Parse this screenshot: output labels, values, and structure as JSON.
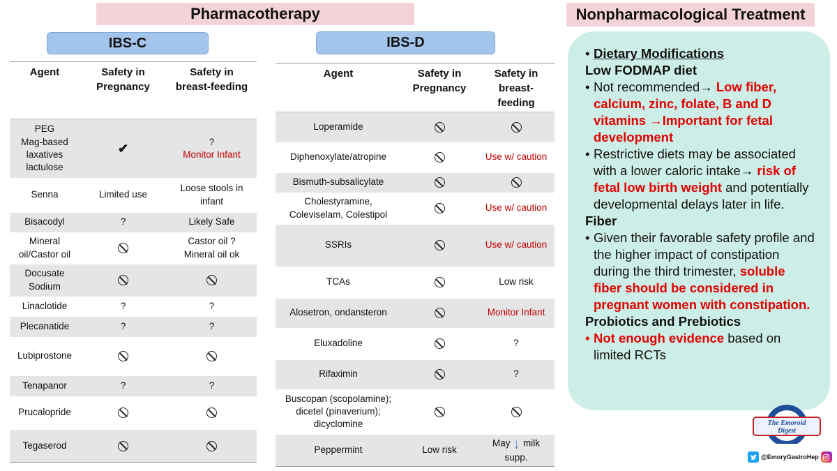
{
  "header": {
    "pharma_title": "Pharmacotherapy",
    "nonpharma_title": "Nonpharmacological Treatment",
    "ibs_c_label": "IBS-C",
    "ibs_d_label": "IBS-D"
  },
  "ibs_c": {
    "columns": [
      "Agent",
      "Safety in Pregnancy",
      "Safety in breast-feeding"
    ],
    "rows": [
      {
        "agent": "PEG Mag-based laxatives lactulose",
        "pregnancy": "check",
        "breastfeeding": "? Monitor Infant"
      },
      {
        "agent": "Senna",
        "pregnancy": "Limited use",
        "breastfeeding": "Loose stools in infant"
      },
      {
        "agent": "Bisacodyl",
        "pregnancy": "?",
        "breastfeeding": "Likely Safe"
      },
      {
        "agent": "Mineral oil/Castor oil",
        "pregnancy": "no",
        "breastfeeding": "Castor oil ? Mineral oil ok"
      },
      {
        "agent": "Docusate Sodium",
        "pregnancy": "no",
        "breastfeeding": "no"
      },
      {
        "agent": "Linaclotide",
        "pregnancy": "?",
        "breastfeeding": "?"
      },
      {
        "agent": "Plecanatide",
        "pregnancy": "?",
        "breastfeeding": "?"
      },
      {
        "agent": "Lubiprostone",
        "pregnancy": "no",
        "breastfeeding": "no"
      },
      {
        "agent": "Tenapanor",
        "pregnancy": "?",
        "breastfeeding": "?"
      },
      {
        "agent": "Prucalopride",
        "pregnancy": "no",
        "breastfeeding": "no"
      },
      {
        "agent": "Tegaserod",
        "pregnancy": "no",
        "breastfeeding": "no"
      }
    ],
    "peg_line1": "PEG",
    "peg_line2": "Mag-based",
    "peg_line3": "laxatives",
    "peg_line4": "lactulose",
    "peg_bf_q": "?",
    "peg_bf_note": "Monitor Infant",
    "senna_bf_line1": "Loose stools in",
    "senna_bf_line2": "infant",
    "mineral_line1": "Mineral",
    "mineral_line2": "oil/Castor oil",
    "mineral_bf_line1": "Castor oil ?",
    "mineral_bf_line2": "Mineral oil ok",
    "docusate_line1": "Docusate",
    "docusate_line2": "Sodium"
  },
  "ibs_d": {
    "columns": [
      "Agent",
      "Safety in Pregnancy",
      "Safety in breast-feeding"
    ],
    "rows": [
      {
        "agent": "Loperamide",
        "pregnancy": "no",
        "breastfeeding": "no"
      },
      {
        "agent": "Diphenoxylate/atropine",
        "pregnancy": "no",
        "breastfeeding": "Use w/ caution"
      },
      {
        "agent": "Bismuth-subsalicylate",
        "pregnancy": "no",
        "breastfeeding": "no"
      },
      {
        "agent": "Cholestyramine, Coleviselam, Colestipol",
        "pregnancy": "no",
        "breastfeeding": "Use w/ caution"
      },
      {
        "agent": "SSRIs",
        "pregnancy": "no",
        "breastfeeding": "Use w/ caution"
      },
      {
        "agent": "TCAs",
        "pregnancy": "no",
        "breastfeeding": "Low risk"
      },
      {
        "agent": "Alosetron, ondansteron",
        "pregnancy": "no",
        "breastfeeding": "Monitor Infant"
      },
      {
        "agent": "Eluxadoline",
        "pregnancy": "no",
        "breastfeeding": "?"
      },
      {
        "agent": "Rifaximin",
        "pregnancy": "no",
        "breastfeeding": "?"
      },
      {
        "agent": "Buscopan (scopolamine); dicetel (pinaverium); dicyclomine",
        "pregnancy": "no",
        "breastfeeding": "no"
      },
      {
        "agent": "Peppermint",
        "pregnancy": "Low risk",
        "breastfeeding": "May milk supp."
      }
    ],
    "chol_line1": "Cholestyramine,",
    "chol_line2": "Coleviselam, Colestipol",
    "bus_line1": "Buscopan (scopolamine);",
    "bus_line2": "dicetel (pinaverium);",
    "bus_line3": "dicyclomine",
    "pep_bf_may": "May",
    "pep_bf_milk": "milk",
    "pep_bf_supp": "supp."
  },
  "nonpharm": {
    "dietary_title": "Dietary Modifications",
    "low_fodmap": "Low FODMAP diet",
    "b1_pre": "Not recommended",
    "b1_red": "Low fiber, calcium, zinc, folate, B and D vitamins",
    "b1_red2": "Important for fetal development",
    "b2_pre": "Restrictive diets may be associated with a lower caloric intake",
    "b2_red": "risk of fetal low birth weight",
    "b2_post": "and potentially developmental delays later in life.",
    "fiber_title": "Fiber",
    "b3_pre": "Given their favorable safety profile and the higher impact of constipation during the third trimester,",
    "b3_red": "soluble fiber should be considered in pregnant women with constipation.",
    "probiotics_title": "Probiotics and Prebiotics",
    "b4_red": "Not enough evidence",
    "b4_post": "based on limited RCTs"
  },
  "branding": {
    "logo_text": "The Emoroid Digest",
    "handle": "@EmoryGastroHep"
  },
  "colors": {
    "banner": "#f4d3d8",
    "tab": "#a3c5ec",
    "panel": "#cdeee6",
    "red": "#c00000"
  }
}
